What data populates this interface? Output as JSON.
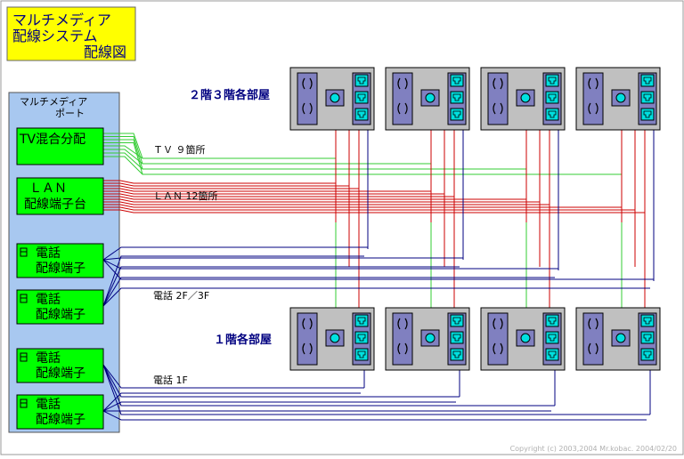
{
  "title": {
    "line1": "マルチメディア",
    "line2": "配線システム",
    "line3": "配線図"
  },
  "panel": {
    "title_line1": "マルチメディア",
    "title_line2": "ポート",
    "boxes": {
      "tv": "TV混合分配",
      "lan_line1": "ＬＡＮ",
      "lan_line2": "配線端子台",
      "phone1_line1": "電話",
      "phone1_line2": "配線端子",
      "phone2_line1": "電話",
      "phone2_line2": "配線端子",
      "phone3_line1": "電話",
      "phone3_line2": "配線端子",
      "phone4_line1": "電話",
      "phone4_line2": "配線端子"
    }
  },
  "labels": {
    "upper_rooms": "２階３階各部屋",
    "lower_rooms": "１階各部屋",
    "tv": "ＴＶ ９箇所",
    "lan": "ＬＡＮ 12箇所",
    "phone_upper": "電話 2F／3F",
    "phone_lower": "電話 1F"
  },
  "copyright": "Copyright (c) 2003,2004 Mr.kobac. 2004/02/20",
  "colors": {
    "tv_line": "#33cc33",
    "lan_line": "#cc0000",
    "phone_line": "#000080",
    "box_green": "#00ff00",
    "panel_blue": "#a8c8f0",
    "title_yellow": "#ffff00",
    "outlet_gray": "#c0c0c0",
    "jack_purple": "#8080c0",
    "jack_cyan": "#00e0e0"
  }
}
